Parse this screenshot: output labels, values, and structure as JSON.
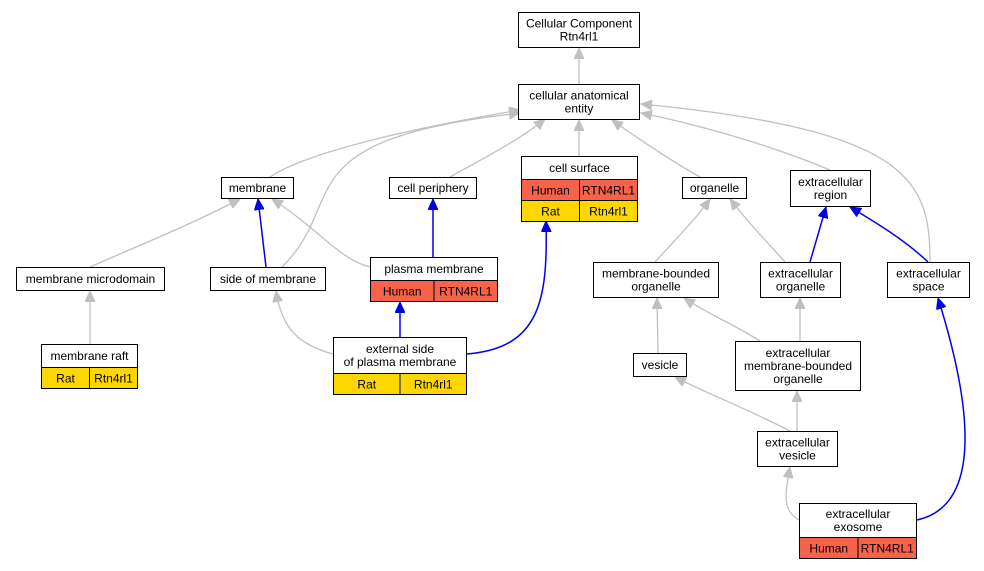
{
  "colors": {
    "human": "#f7624a",
    "rat": "#ffd700",
    "grey_edge": "#c0c0c0",
    "blue_edge": "#0000ee"
  },
  "nodes": {
    "root": {
      "lines": [
        "Cellular Component",
        "Rtn4rl1"
      ]
    },
    "anatomical": {
      "lines": [
        "cellular anatomical",
        "entity"
      ]
    },
    "membrane": {
      "lines": [
        "membrane"
      ]
    },
    "periphery": {
      "lines": [
        "cell periphery"
      ]
    },
    "surface": {
      "lines": [
        "cell surface"
      ],
      "rows": [
        {
          "species": "Human",
          "gene": "RTN4RL1",
          "color": "#f7624a"
        },
        {
          "species": "Rat",
          "gene": "Rtn4rl1",
          "color": "#ffd700"
        }
      ]
    },
    "organelle": {
      "lines": [
        "organelle"
      ]
    },
    "extregion": {
      "lines": [
        "extracellular",
        "region"
      ]
    },
    "microdomain": {
      "lines": [
        "membrane microdomain"
      ]
    },
    "sidemem": {
      "lines": [
        "side of membrane"
      ]
    },
    "plasma": {
      "lines": [
        "plasma membrane"
      ],
      "rows": [
        {
          "species": "Human",
          "gene": "RTN4RL1",
          "color": "#f7624a"
        }
      ]
    },
    "mbo": {
      "lines": [
        "membrane-bounded",
        "organelle"
      ]
    },
    "extorg": {
      "lines": [
        "extracellular",
        "organelle"
      ]
    },
    "extspace": {
      "lines": [
        "extracellular",
        "space"
      ]
    },
    "raft": {
      "lines": [
        "membrane raft"
      ],
      "rows": [
        {
          "species": "Rat",
          "gene": "Rtn4rl1",
          "color": "#ffd700"
        }
      ]
    },
    "extside": {
      "lines": [
        "external side",
        "of plasma membrane"
      ],
      "rows": [
        {
          "species": "Rat",
          "gene": "Rtn4rl1",
          "color": "#ffd700"
        }
      ]
    },
    "vesicle": {
      "lines": [
        "vesicle"
      ]
    },
    "extmbo": {
      "lines": [
        "extracellular",
        "membrane-bounded",
        "organelle"
      ]
    },
    "extves": {
      "lines": [
        "extracellular",
        "vesicle"
      ]
    },
    "exosome": {
      "lines": [
        "extracellular",
        "exosome"
      ],
      "rows": [
        {
          "species": "Human",
          "gene": "RTN4RL1",
          "color": "#f7624a"
        }
      ]
    }
  },
  "edges": [
    {
      "from": "anatomical",
      "to": "root",
      "type": "grey"
    },
    {
      "from": "membrane",
      "to": "anatomical",
      "type": "grey"
    },
    {
      "from": "periphery",
      "to": "anatomical",
      "type": "grey"
    },
    {
      "from": "surface",
      "to": "anatomical",
      "type": "grey"
    },
    {
      "from": "organelle",
      "to": "anatomical",
      "type": "grey"
    },
    {
      "from": "extregion",
      "to": "anatomical",
      "type": "grey"
    },
    {
      "from": "sidemem",
      "to": "anatomical",
      "type": "grey"
    },
    {
      "from": "extspace",
      "to": "anatomical",
      "type": "grey"
    },
    {
      "from": "microdomain",
      "to": "membrane",
      "type": "grey"
    },
    {
      "from": "sidemem",
      "to": "membrane",
      "type": "blue"
    },
    {
      "from": "plasma",
      "to": "membrane",
      "type": "grey"
    },
    {
      "from": "plasma",
      "to": "periphery",
      "type": "blue"
    },
    {
      "from": "extside",
      "to": "surface",
      "type": "blue"
    },
    {
      "from": "mbo",
      "to": "organelle",
      "type": "grey"
    },
    {
      "from": "extorg",
      "to": "organelle",
      "type": "grey"
    },
    {
      "from": "extorg",
      "to": "extregion",
      "type": "blue"
    },
    {
      "from": "extspace",
      "to": "extregion",
      "type": "blue"
    },
    {
      "from": "raft",
      "to": "microdomain",
      "type": "grey"
    },
    {
      "from": "extside",
      "to": "plasma",
      "type": "blue"
    },
    {
      "from": "extside",
      "to": "sidemem",
      "type": "grey"
    },
    {
      "from": "vesicle",
      "to": "mbo",
      "type": "grey"
    },
    {
      "from": "extmbo",
      "to": "mbo",
      "type": "grey"
    },
    {
      "from": "extmbo",
      "to": "extorg",
      "type": "grey"
    },
    {
      "from": "extves",
      "to": "vesicle",
      "type": "grey"
    },
    {
      "from": "extves",
      "to": "extmbo",
      "type": "grey"
    },
    {
      "from": "exosome",
      "to": "extves",
      "type": "grey"
    },
    {
      "from": "exosome",
      "to": "extspace",
      "type": "blue"
    }
  ]
}
